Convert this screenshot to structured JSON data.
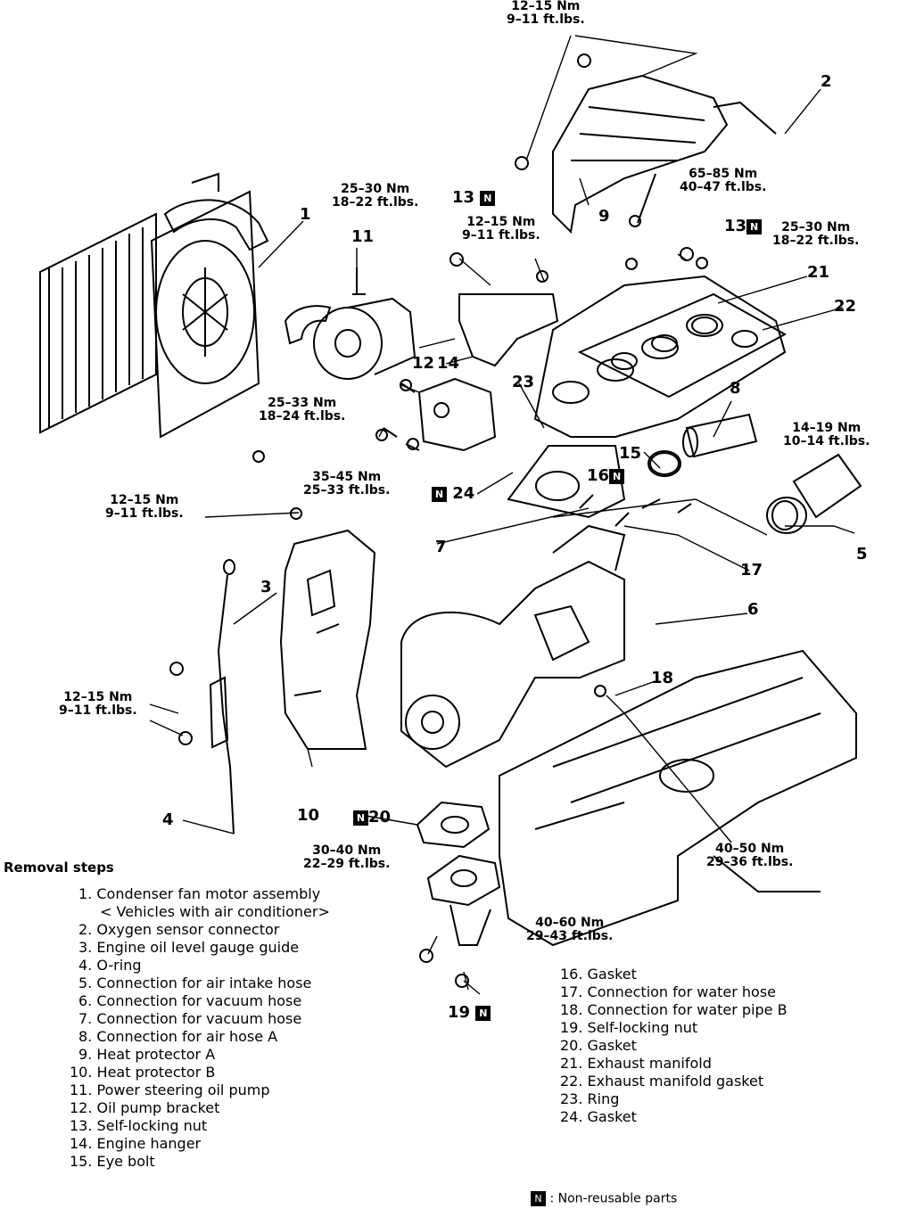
{
  "callouts": [
    "1",
    "2",
    "3",
    "4",
    "5",
    "6",
    "7",
    "8",
    "9",
    "10",
    "11",
    "12",
    "13",
    "14",
    "15",
    "16",
    "17",
    "18",
    "19",
    "20",
    "21",
    "22",
    "23",
    "24"
  ],
  "torques": {
    "t_top": [
      "12–15 Nm",
      "9–11 ft.lbs."
    ],
    "t_65": [
      "65–85 Nm",
      "40–47 ft.lbs."
    ],
    "t_25_30_left": [
      "25–30 Nm",
      "18–22 ft.lbs."
    ],
    "t_12_15_mid": [
      "12–15 Nm",
      "9–11 ft.lbs."
    ],
    "t_25_30_right": [
      "25–30 Nm",
      "18–22 ft.lbs."
    ],
    "t_25_33": [
      "25–33 Nm",
      "18–24 ft.lbs."
    ],
    "t_35_45": [
      "35–45 Nm",
      "25–33 ft.lbs."
    ],
    "t_14_19": [
      "14–19 Nm",
      "10–14 ft.lbs."
    ],
    "t_12_15_left": [
      "12–15 Nm",
      "9–11 ft.lbs."
    ],
    "t_12_15_low": [
      "12–15 Nm",
      "9–11 ft.lbs."
    ],
    "t_30_40": [
      "30–40 Nm",
      "22–29 ft.lbs."
    ],
    "t_40_60": [
      "40–60 Nm",
      "29–43 ft.lbs."
    ],
    "t_40_50": [
      "40–50 Nm",
      "29–36 ft.lbs."
    ]
  },
  "removal_title": "Removal steps",
  "steps_left": [
    "1. Condenser fan motor assembly",
    "< Vehicles with air conditioner>",
    "2. Oxygen sensor connector",
    "3. Engine oil level gauge guide",
    "4. O-ring",
    "5. Connection for air intake hose",
    "6. Connection for vacuum hose",
    "7. Connection for vacuum hose",
    "8. Connection for air hose A",
    "9. Heat protector A",
    "10. Heat protector B",
    "11. Power steering oil pump",
    "12. Oil pump bracket",
    "13. Self-locking nut",
    "14. Engine hanger",
    "15. Eye bolt"
  ],
  "steps_right": [
    "16. Gasket",
    "17. Connection for water hose",
    "18. Connection for water pipe B",
    "19. Self-locking nut",
    "20. Gasket",
    "21. Exhaust manifold",
    "22. Exhaust manifold gasket",
    "23. Ring",
    "24. Gasket"
  ],
  "legend_text": ":  Non-reusable parts"
}
